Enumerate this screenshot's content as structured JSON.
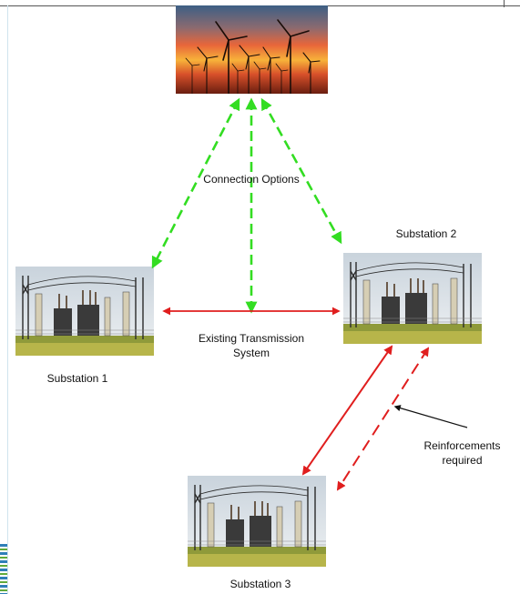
{
  "labels": {
    "connection_options": "Connection Options",
    "substation_1": "Substation 1",
    "substation_2": "Substation 2",
    "substation_3": "Substation 3",
    "existing_line1": "Existing Transmission",
    "existing_line2": "System",
    "reinforce_line1": "Reinforcements",
    "reinforce_line2": "required"
  },
  "colors": {
    "connection_arrow": "#33dd22",
    "transmission_arrow": "#e01e1e",
    "pointer_arrow": "#111111"
  }
}
